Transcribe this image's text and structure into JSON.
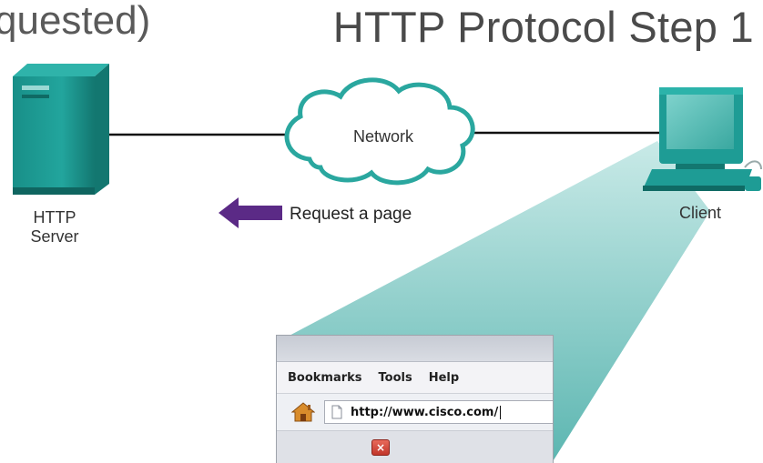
{
  "header": {
    "cropped_title": "quested)",
    "title": "HTTP Protocol Step 1"
  },
  "nodes": {
    "server_label_line1": "HTTP",
    "server_label_line2": "Server",
    "network_label": "Network",
    "client_label": "Client"
  },
  "request": {
    "label": "Request a page",
    "direction": "toward server",
    "arrow_color": "#5b2a86"
  },
  "browser": {
    "menu": [
      "Bookmarks",
      "Tools",
      "Help"
    ],
    "address_value": "http://www.cisco.com/",
    "close_glyph": "×"
  },
  "colors": {
    "teal": "#1e9c95",
    "teal_dark": "#137770",
    "cloud_outline": "#2aa79f",
    "beam": "#5fc0bb"
  },
  "icons": {
    "server": "server-icon",
    "client": "computer-icon",
    "network": "cloud-icon",
    "home": "home-icon",
    "page": "page-icon",
    "close": "close-icon"
  }
}
